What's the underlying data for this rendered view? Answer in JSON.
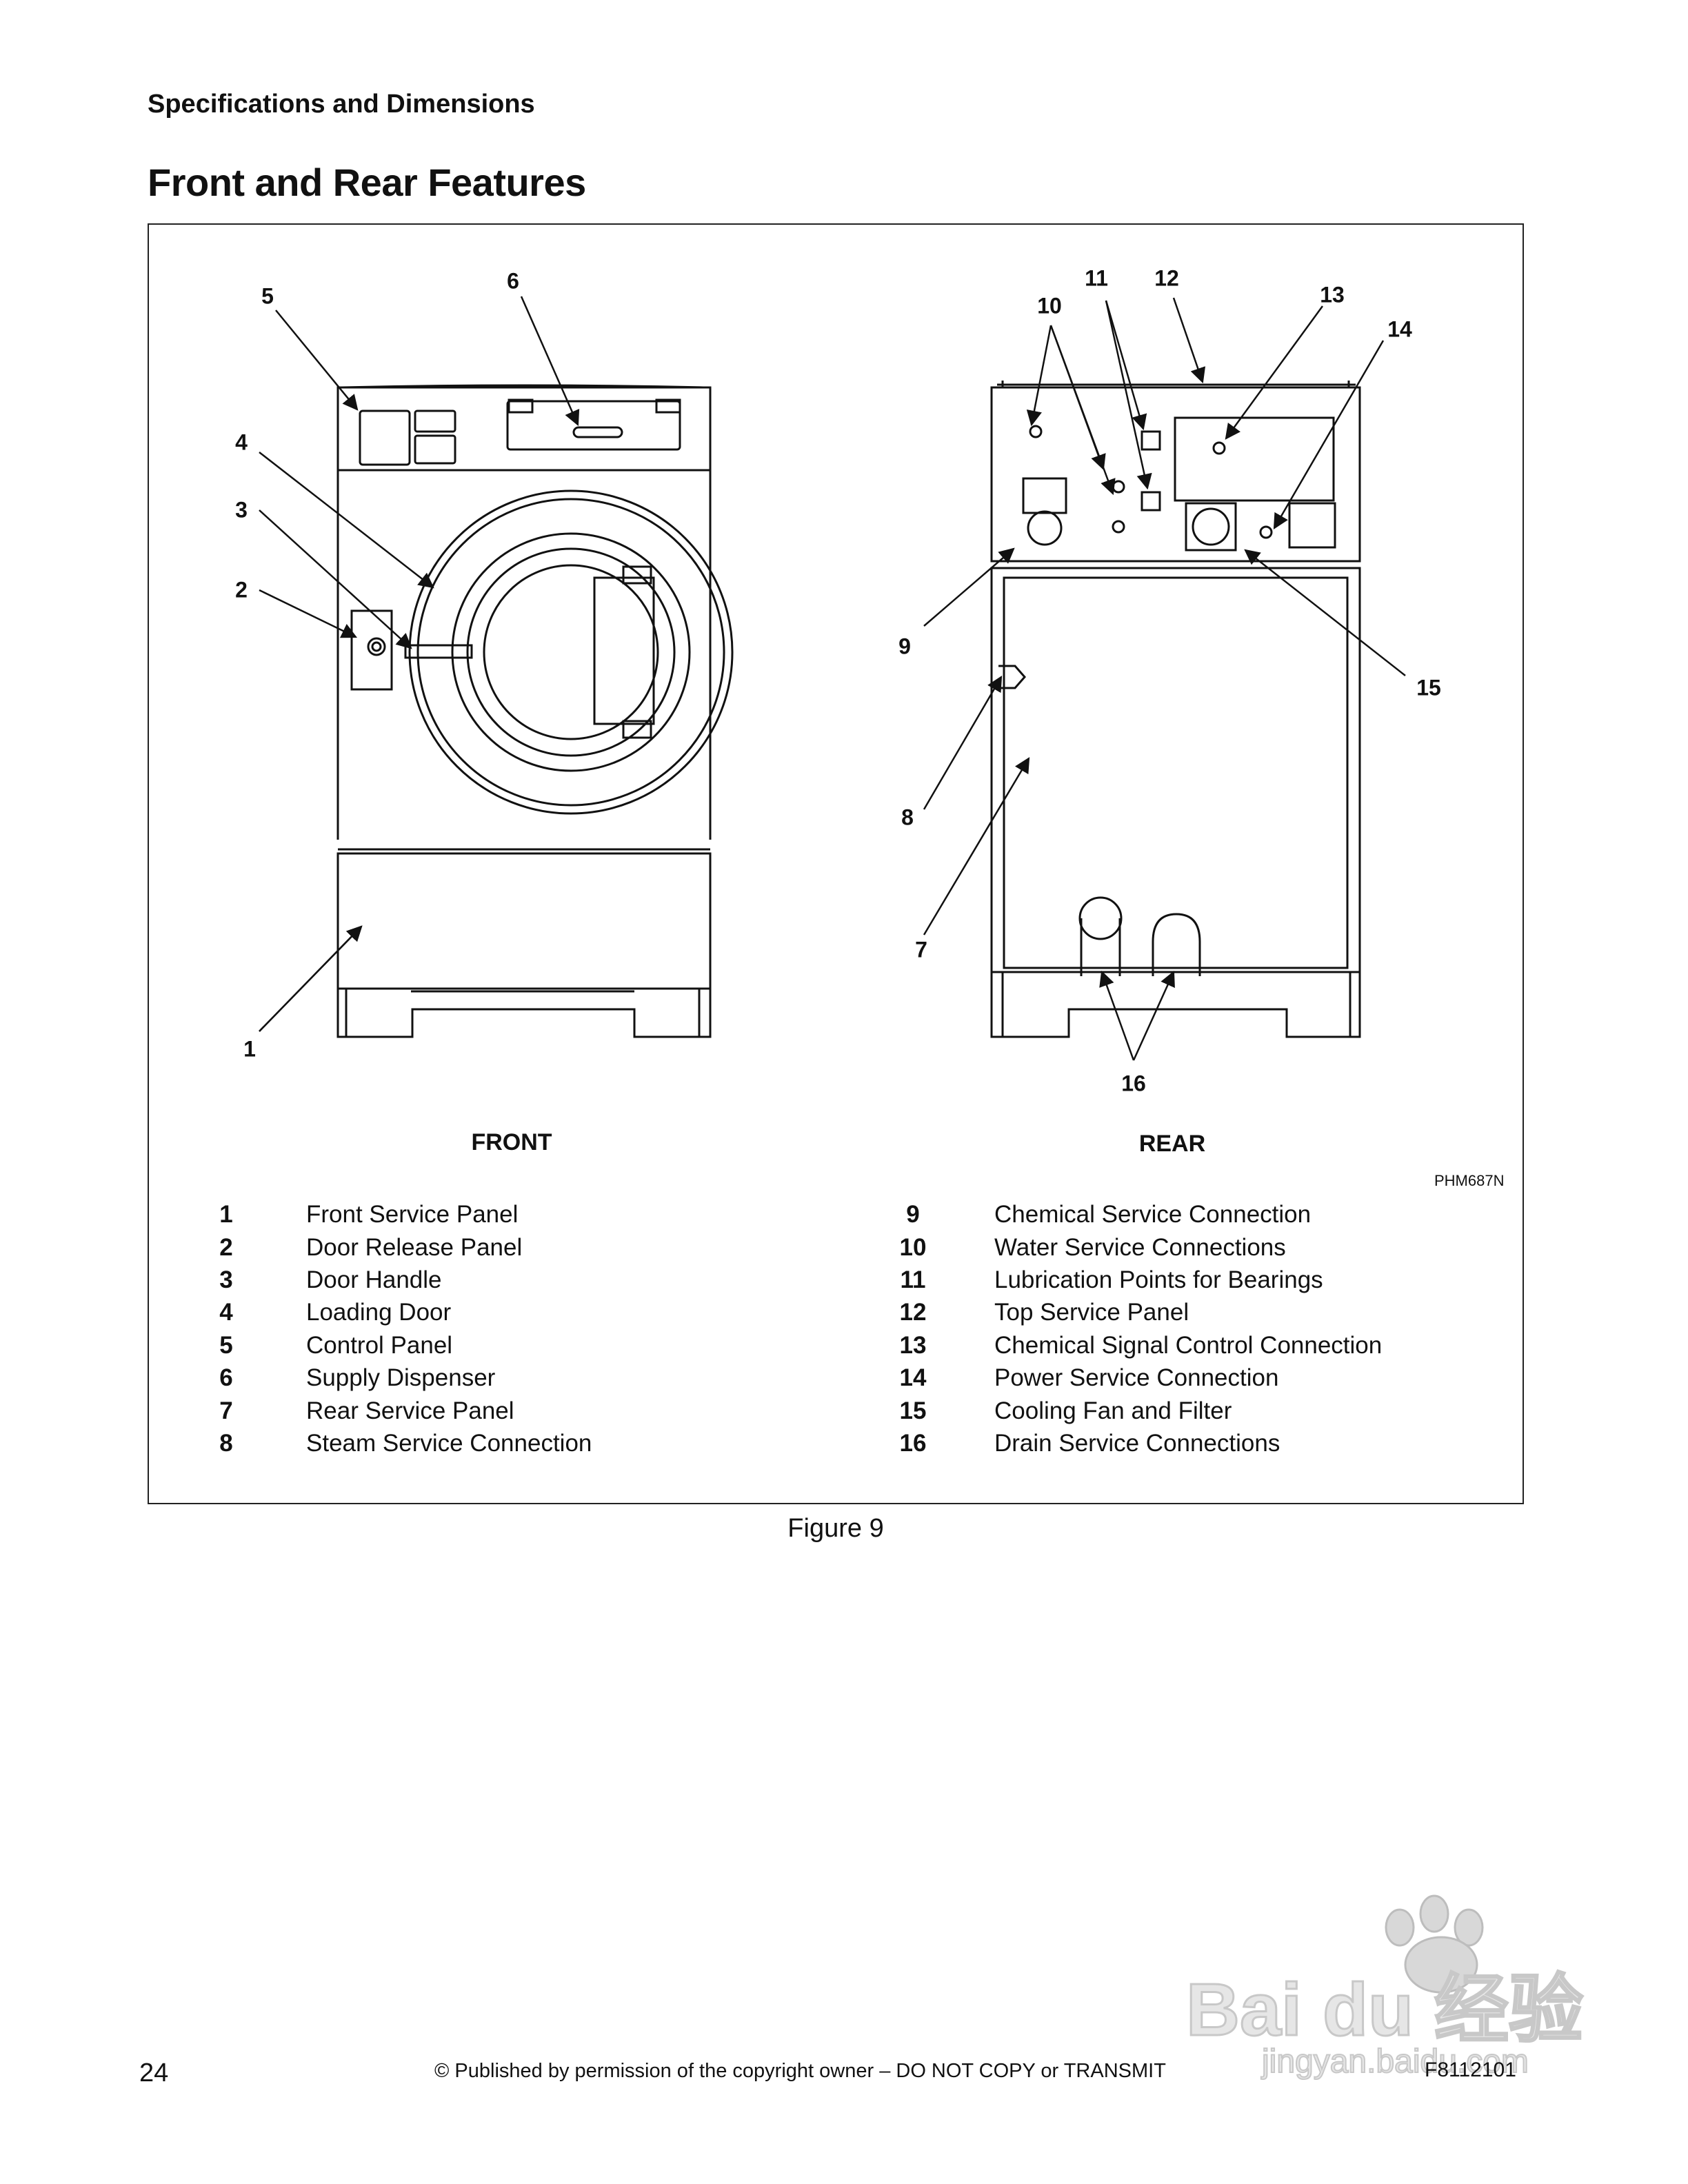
{
  "header": {
    "section": "Specifications and Dimensions",
    "title": "Front and Rear Features"
  },
  "figure": {
    "front_label": "FRONT",
    "rear_label": "REAR",
    "drawing_id": "PHM687N",
    "caption": "Figure 9",
    "callouts": [
      "1",
      "2",
      "3",
      "4",
      "5",
      "6",
      "7",
      "8",
      "9",
      "10",
      "11",
      "12",
      "13",
      "14",
      "15",
      "16"
    ]
  },
  "legend": {
    "left": [
      {
        "num": "1",
        "label": "Front Service Panel"
      },
      {
        "num": "2",
        "label": "Door Release Panel"
      },
      {
        "num": "3",
        "label": "Door Handle"
      },
      {
        "num": "4",
        "label": "Loading Door"
      },
      {
        "num": "5",
        "label": "Control Panel"
      },
      {
        "num": "6",
        "label": "Supply Dispenser"
      },
      {
        "num": "7",
        "label": "Rear Service Panel"
      },
      {
        "num": "8",
        "label": "Steam Service Connection"
      }
    ],
    "right": [
      {
        "num": "9",
        "label": "Chemical Service Connection"
      },
      {
        "num": "10",
        "label": "Water Service Connections"
      },
      {
        "num": "11",
        "label": "Lubrication Points for Bearings"
      },
      {
        "num": "12",
        "label": "Top Service Panel"
      },
      {
        "num": "13",
        "label": "Chemical Signal Control Connection"
      },
      {
        "num": "14",
        "label": "Power Service Connection"
      },
      {
        "num": "15",
        "label": "Cooling Fan and Filter"
      },
      {
        "num": "16",
        "label": "Drain Service Connections"
      }
    ]
  },
  "footer": {
    "page_number": "24",
    "copyright": "© Published by permission of the copyright owner – DO NOT COPY or TRANSMIT",
    "doc_code": "F8112101"
  },
  "watermark": {
    "text": "Bai du 经验",
    "url_text": "jingyan.baidu.com"
  }
}
